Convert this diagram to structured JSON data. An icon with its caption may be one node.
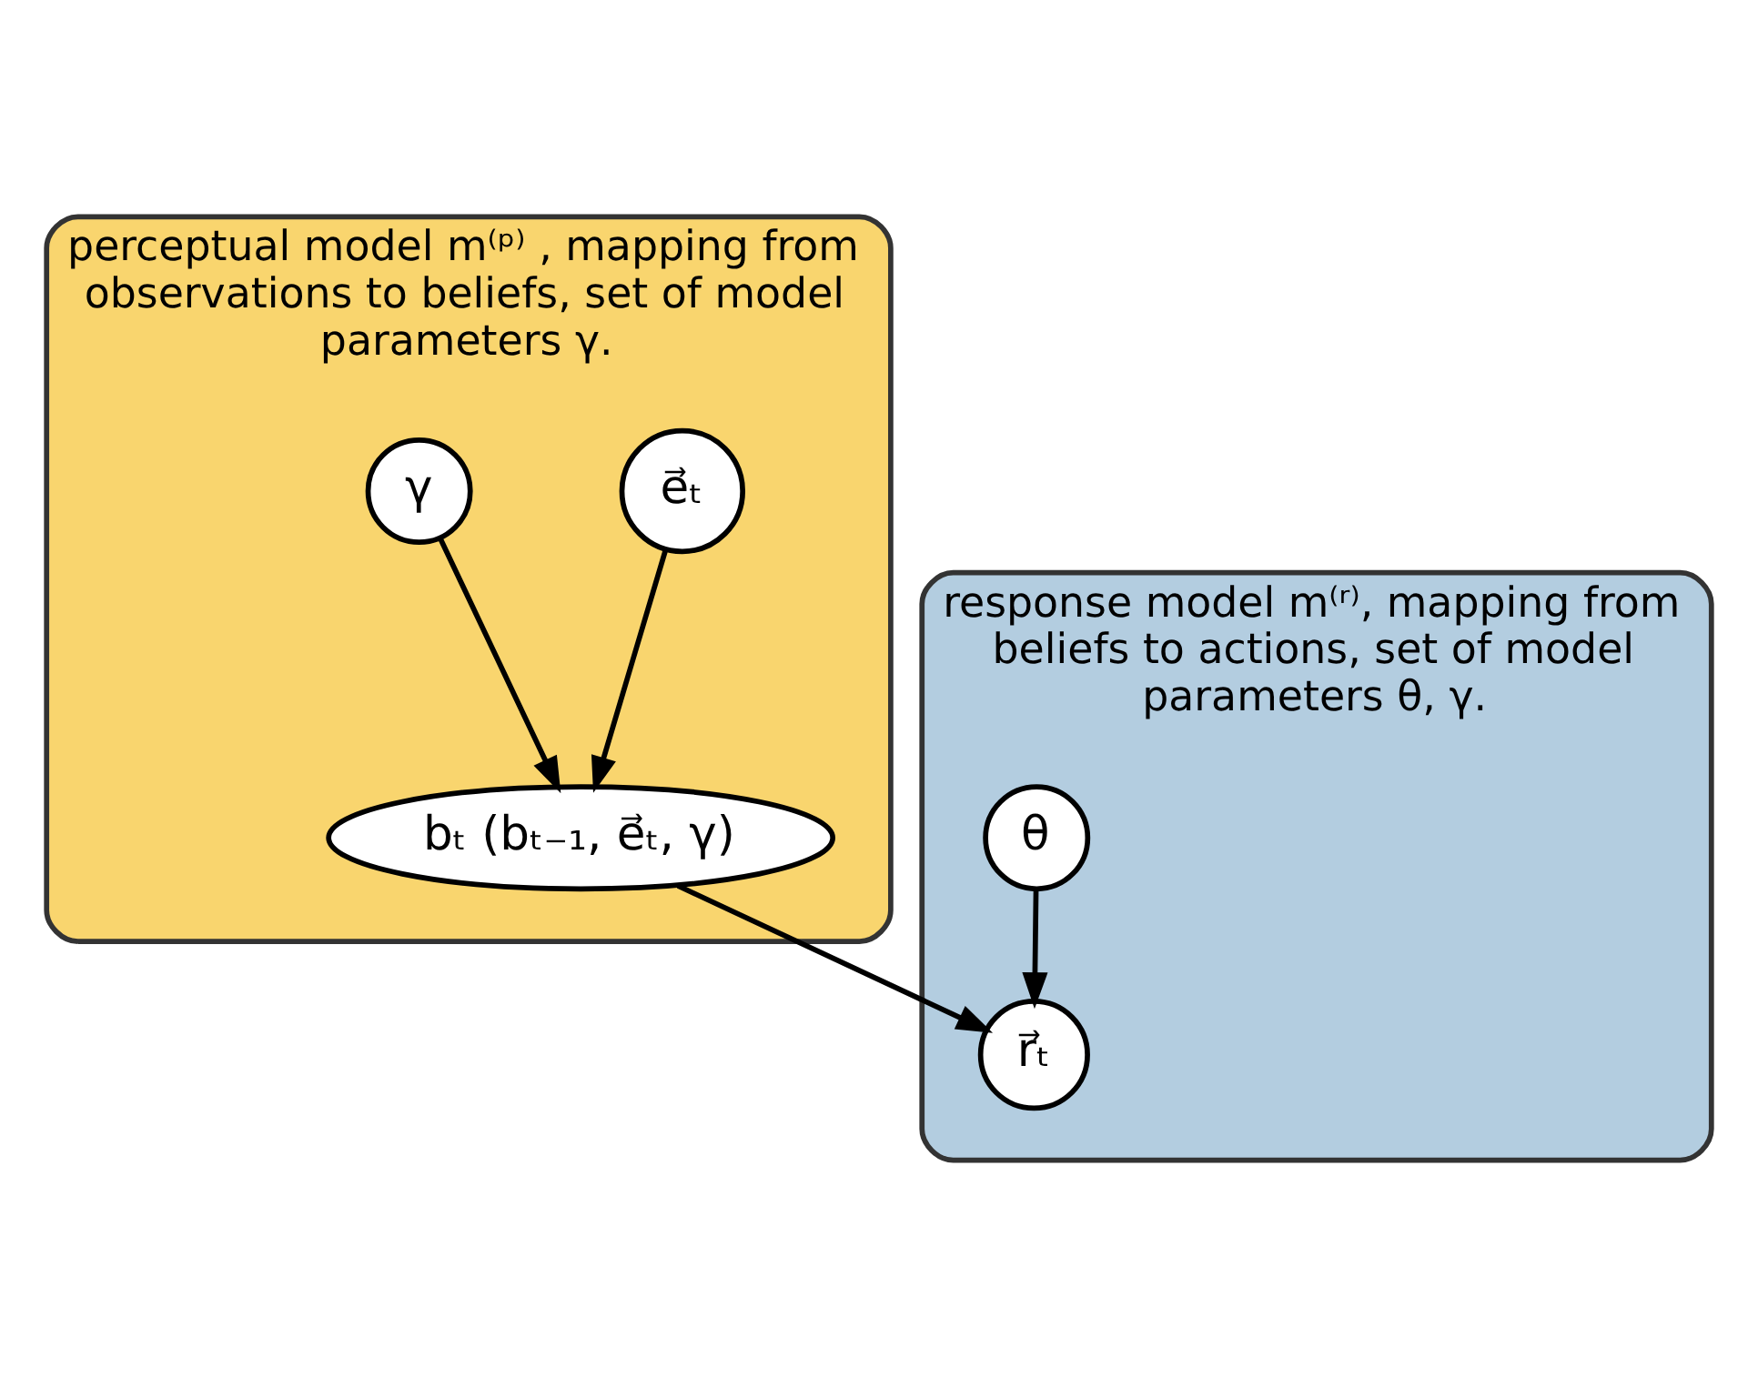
{
  "diagram": {
    "nodes": [
      {
        "text": [
          "perceptual model m⁽ᵖ⁾ , mapping from observations to beliefs, set of model parameters γ."
        ]
      },
      {
        "text": [
          "e⃗ₜ"
        ],
        "in": 0
      },
      {
        "text": [
          "γ"
        ],
        "in": 0
      },
      {
        "text": [
          "bₜ (bₜ₋₁, e⃗ₜ, γ)"
        ],
        "in": 0
      },
      {
        "text": [
          "response model m⁽ʳ⁾, mapping from beliefs to actions, set of model parameters θ, γ."
        ]
      },
      {
        "text": [
          "θ"
        ],
        "in": 4
      },
      {
        "text": [
          "r⃗ₜ"
        ],
        "in": 4
      }
    ],
    "edges": [
      {
        "from": 1,
        "to": 3,
        "arrow": "to"
      },
      {
        "from": 2,
        "to": 3,
        "arrow": "to"
      },
      {
        "from": 3,
        "to": 6,
        "arrow": "to"
      },
      {
        "from": 5,
        "to": 6,
        "arrow": "to"
      }
    ]
  }
}
